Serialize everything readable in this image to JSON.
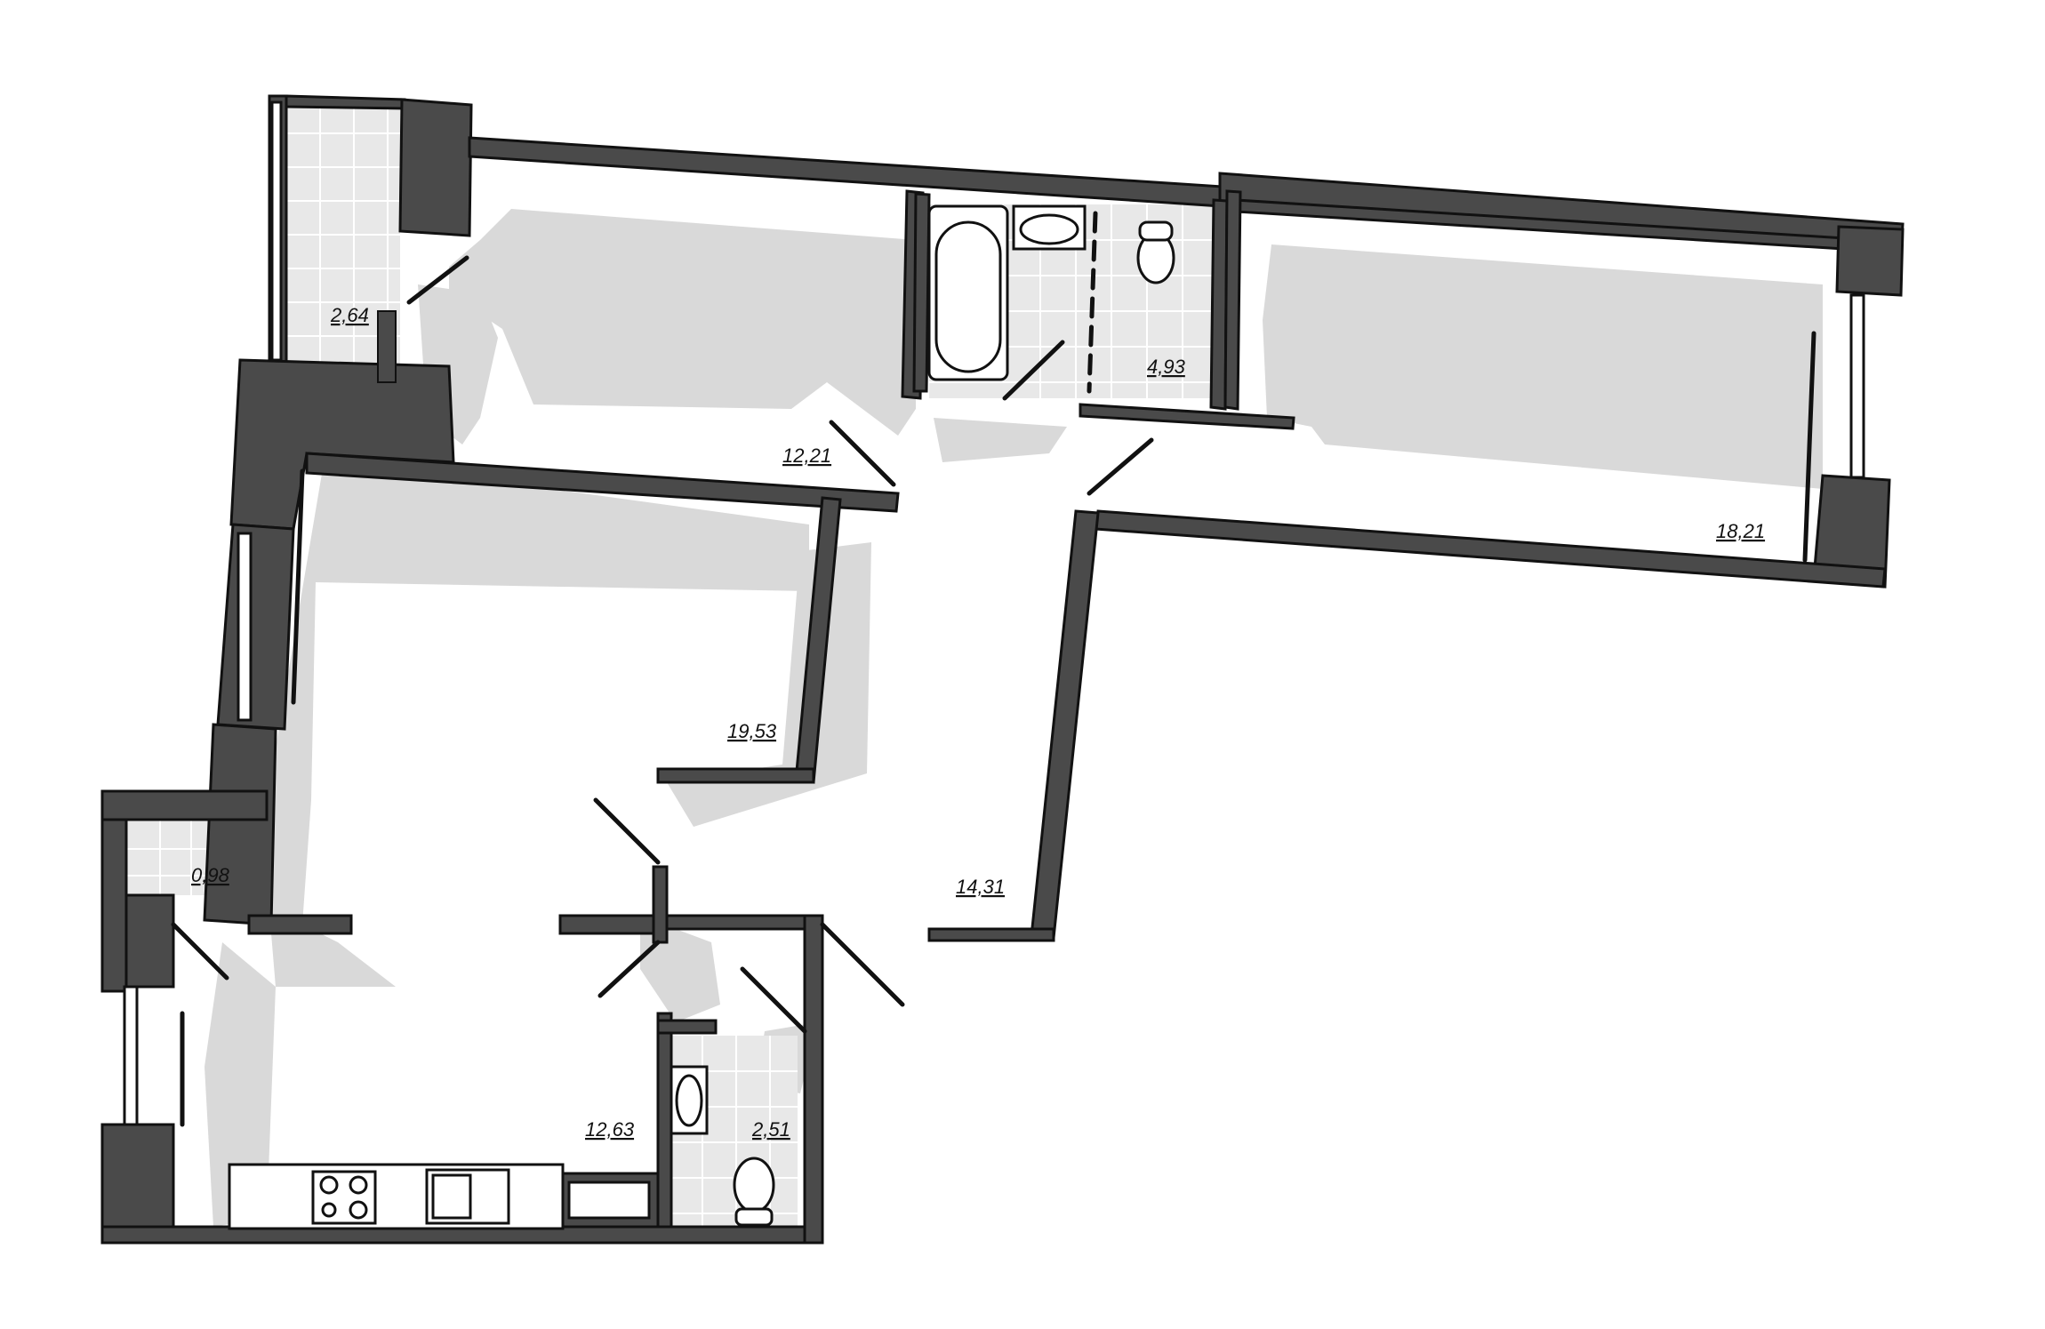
{
  "floor_plan": {
    "rooms": [
      {
        "id": "loggia",
        "area": "2,64"
      },
      {
        "id": "bedroom-top",
        "area": "12,21"
      },
      {
        "id": "bathroom",
        "area": "4,93"
      },
      {
        "id": "bedroom-right",
        "area": "18,21"
      },
      {
        "id": "living-room",
        "area": "19,53"
      },
      {
        "id": "hallway",
        "area": "14,31"
      },
      {
        "id": "balcony",
        "area": "0,98"
      },
      {
        "id": "kitchen",
        "area": "12,63"
      },
      {
        "id": "wc",
        "area": "2,51"
      }
    ],
    "colors": {
      "wall": "#4a4a4a",
      "wall_outline": "#111111",
      "shadow": "#d9d9d9",
      "tile": "#e8e8e8",
      "background": "#ffffff"
    }
  }
}
